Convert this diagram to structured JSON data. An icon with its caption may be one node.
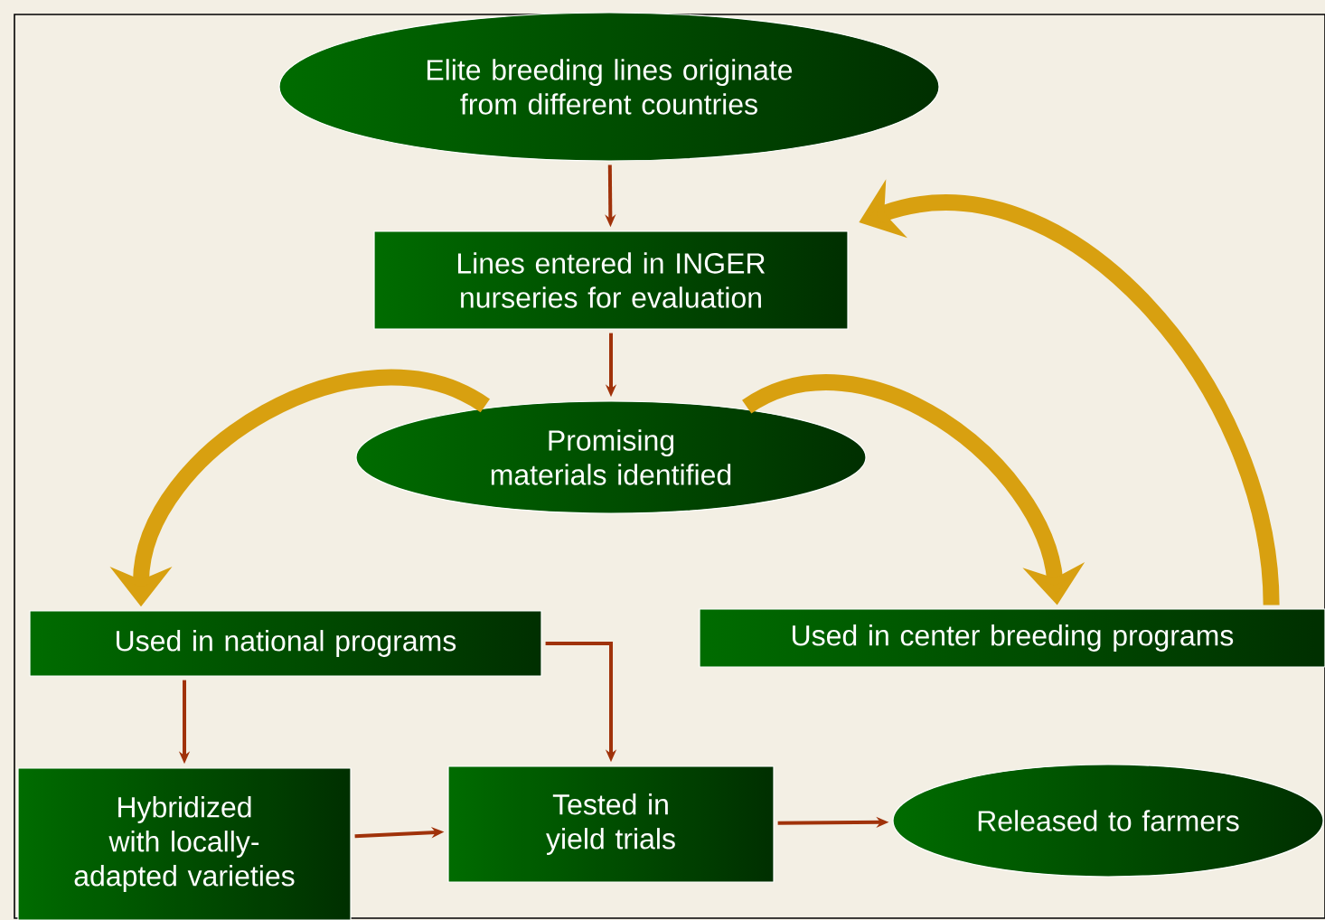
{
  "diagram": {
    "nodes": [
      {
        "text": [
          "Elite breeding lines originate from different countries"
        ]
      },
      {
        "text": [
          "Lines entered in INGER nurseries for evaluation"
        ]
      },
      {
        "text": [
          "Promising materials identified"
        ]
      },
      {
        "text": [
          "Used in national programs"
        ]
      },
      {
        "text": [
          "Used in center breeding programs"
        ]
      },
      {
        "text": [
          "Hybridized with locally-adapted varieties"
        ]
      },
      {
        "text": [
          "Tested in yield trials"
        ]
      },
      {
        "text": [
          "Released to farmers"
        ]
      }
    ],
    "edges": [
      {
        "from": 0,
        "to": 1,
        "arrow": "to"
      },
      {
        "from": 1,
        "to": 2,
        "arrow": "to"
      },
      {
        "from": 2,
        "to": 3,
        "arrow": "to",
        "style": "thick",
        "color": "#d8a010"
      },
      {
        "from": 2,
        "to": 4,
        "arrow": "to",
        "style": "thick",
        "color": "#d8a010"
      },
      {
        "from": 4,
        "to": 1,
        "arrow": "to",
        "style": "thick",
        "color": "#d8a010"
      },
      {
        "from": 3,
        "to": 5,
        "arrow": "to"
      },
      {
        "from": 3,
        "to": 6,
        "arrow": "to"
      },
      {
        "from": 5,
        "to": 6,
        "arrow": "to"
      },
      {
        "from": 6,
        "to": 7,
        "arrow": "to"
      }
    ]
  }
}
